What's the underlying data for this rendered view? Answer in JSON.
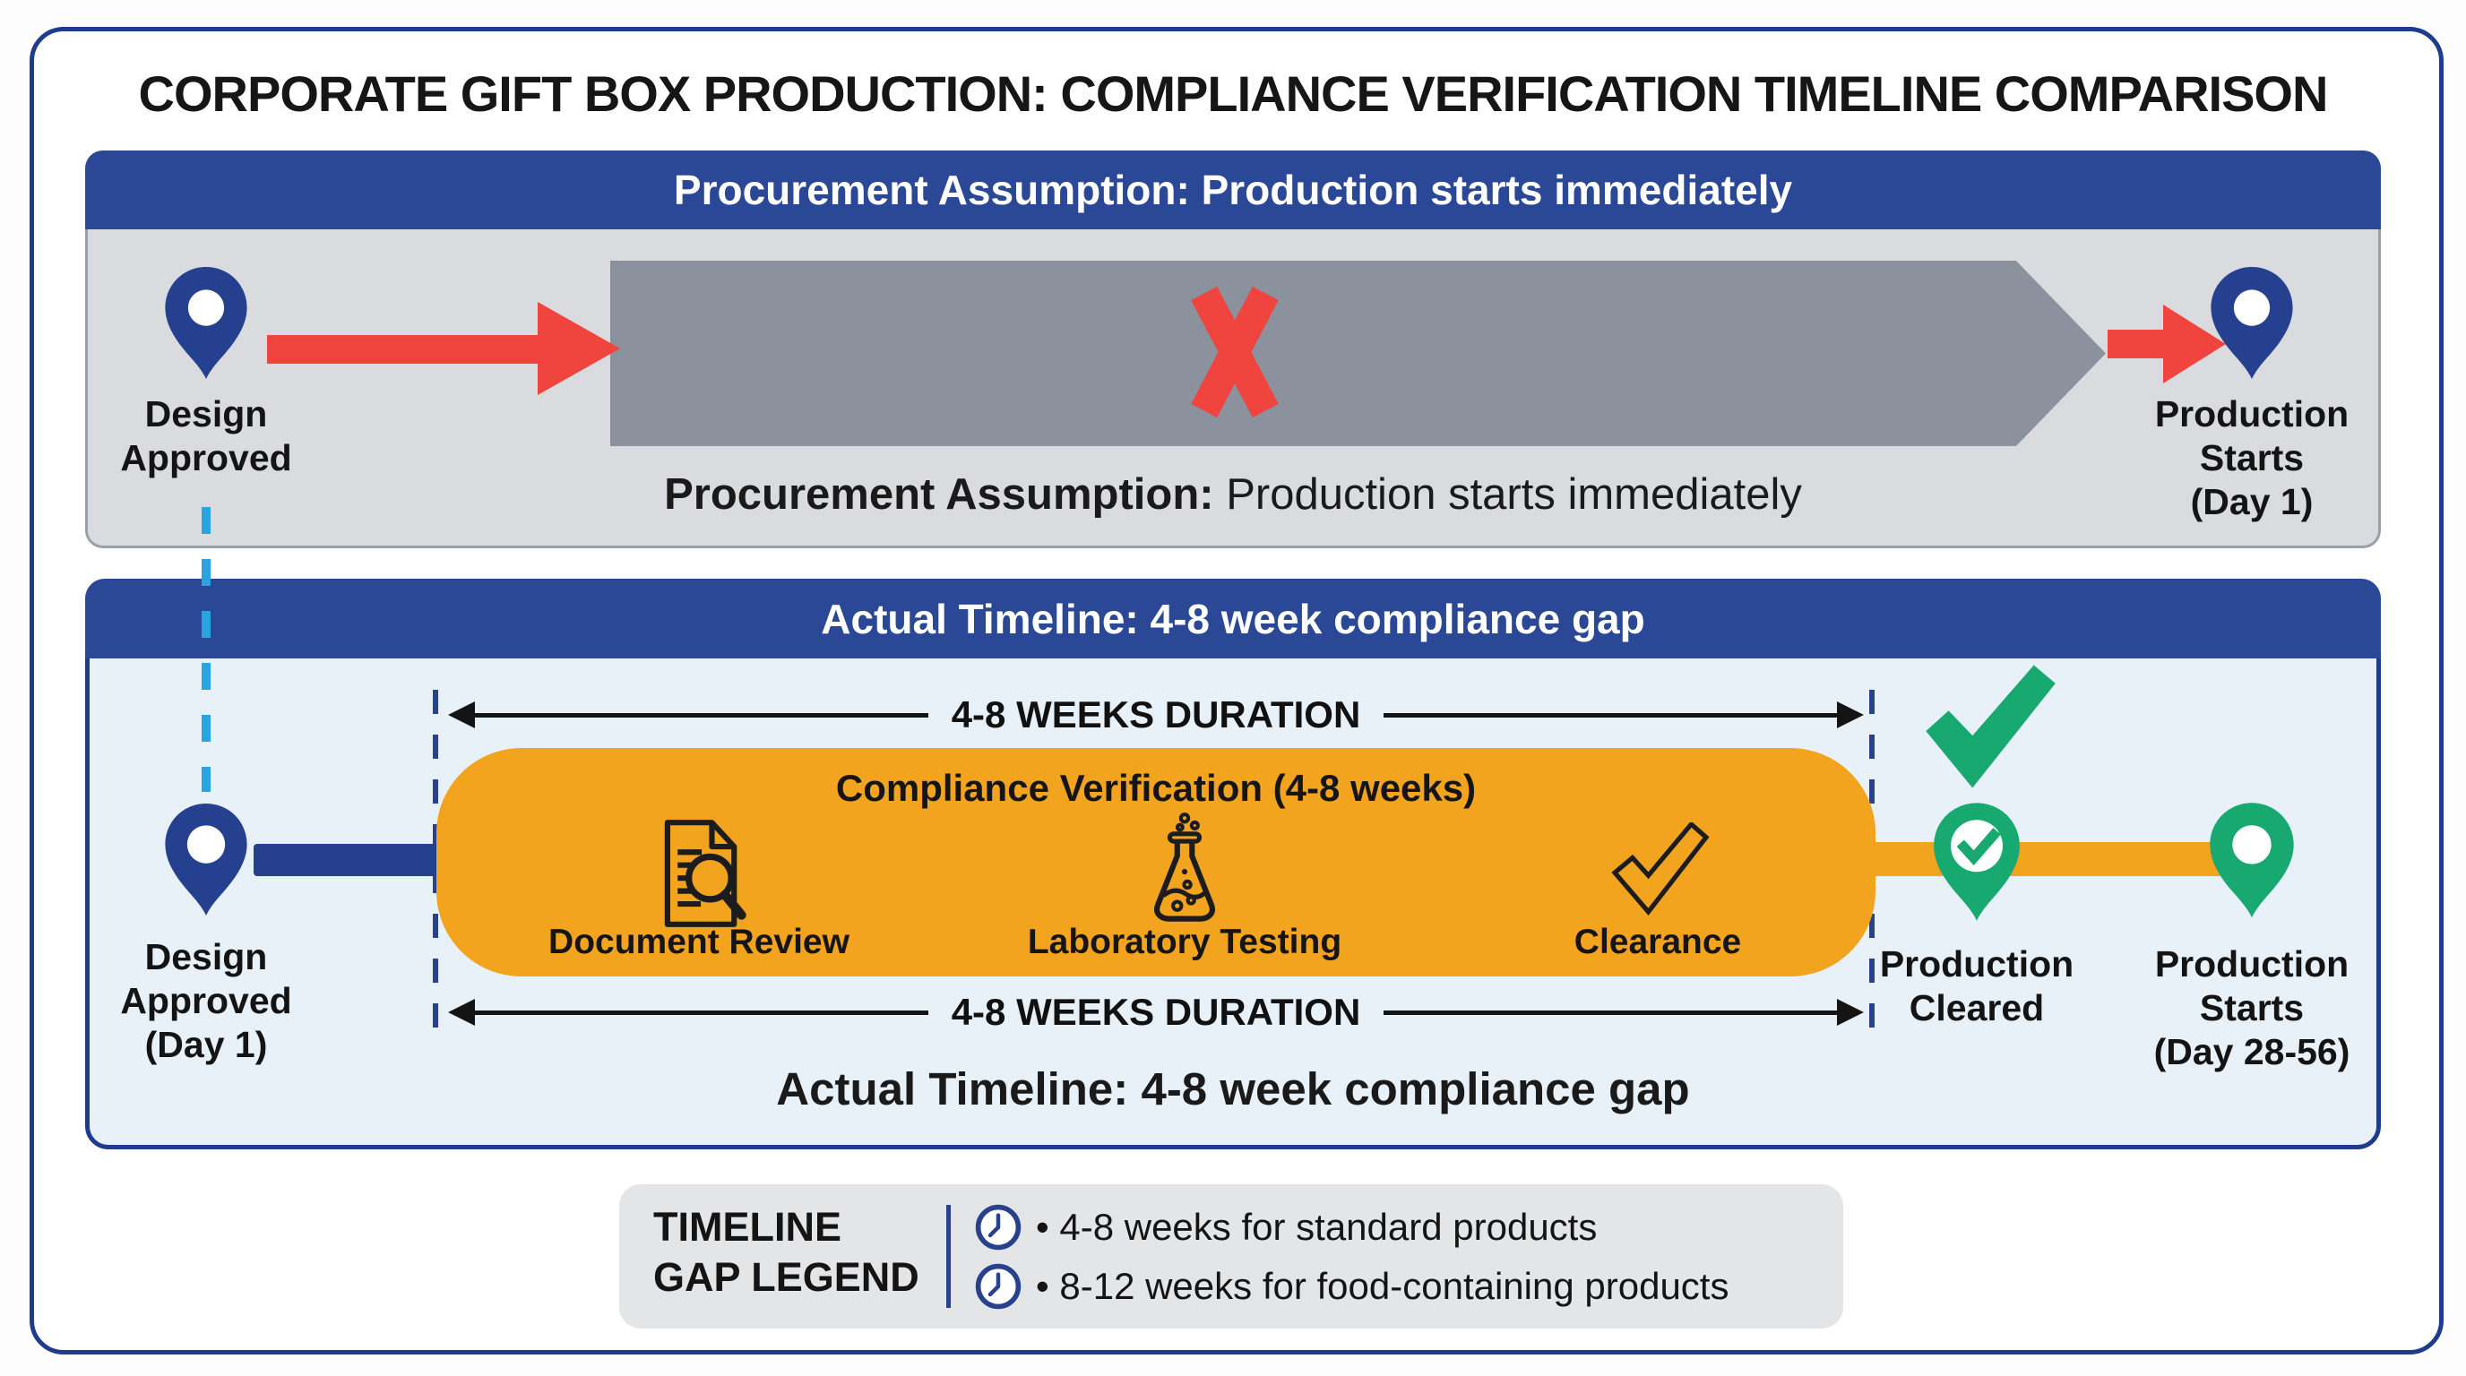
{
  "title": "CORPORATE GIFT BOX PRODUCTION: COMPLIANCE VERIFICATION TIMELINE COMPARISON",
  "colors": {
    "header_navy": "#2a4896",
    "panel_border_navy": "#1e3c8c",
    "pin_navy": "#25408f",
    "assumption_bar_gray": "#8b929d",
    "panel_assumption_bg": "#d9dbdf",
    "panel_actual_bg": "#e9f1f8",
    "compliance_orange": "#f2a41f",
    "success_green": "#17a96f",
    "rejection_red": "#f0453f",
    "trace_dashed_light_blue": "#2aa3df",
    "legend_bg": "#e4e5e7"
  },
  "panel_assumption": {
    "header": "Procurement Assumption: Production starts immediately",
    "start_pin_label_lines": [
      "Design",
      "Approved"
    ],
    "end_pin_label_lines": [
      "Production",
      "Starts",
      "(Day 1)"
    ],
    "caption_bold": "Procurement Assumption:",
    "caption_regular": " Production starts immediately"
  },
  "panel_actual": {
    "header": "Actual Timeline: 4-8 week compliance gap",
    "duration_top": "4-8 WEEKS DURATION",
    "duration_bottom": "4-8 WEEKS DURATION",
    "pill_title": "Compliance Verification (4-8 weeks)",
    "steps": [
      {
        "icon": "document-review-icon",
        "label": "Document Review"
      },
      {
        "icon": "laboratory-testing-icon",
        "label": "Laboratory Testing"
      },
      {
        "icon": "clearance-check-icon",
        "label": "Clearance"
      }
    ],
    "start_pin_label_lines": [
      "Design",
      "Approved",
      "(Day 1)"
    ],
    "cleared_pin_label_lines": [
      "Production",
      "Cleared"
    ],
    "end_pin_label_lines": [
      "Production",
      "Starts",
      "(Day 28-56)"
    ],
    "caption": "Actual Timeline: 4-8 week compliance gap"
  },
  "legend": {
    "title_lines": [
      "TIMELINE",
      "GAP LEGEND"
    ],
    "items": [
      "• 4-8 weeks for standard products",
      "• 8-12 weeks for food-containing products"
    ]
  }
}
